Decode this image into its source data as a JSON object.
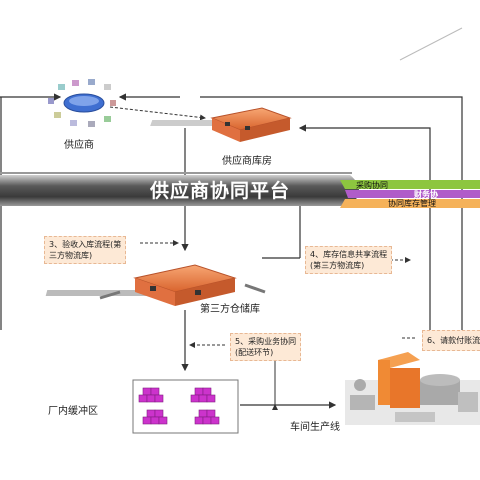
{
  "supplier": {
    "label": "供应商"
  },
  "supplier_warehouse": {
    "label": "供应商库房"
  },
  "platform": {
    "title": "供应商协同平台",
    "tags": [
      "采购协同",
      "财务协",
      "协同库存管理"
    ]
  },
  "notes": {
    "n3": [
      "3、验收入库流程(第",
      "三方物流库)"
    ],
    "n4": [
      "4、库存信息共享流程",
      "(第三方物流库)"
    ],
    "n5": [
      "5、采购业务协同",
      "(配送环节)"
    ],
    "n6": "6、请款付账流"
  },
  "third_party_warehouse": {
    "label": "第三方仓储库"
  },
  "buffer_zone": {
    "label": "厂内缓冲区"
  },
  "production_line": {
    "label": "车间生产线"
  },
  "colors": {
    "band_dark": "#4a4a4a",
    "arrow": "#333333",
    "tag_green": "#8dc63f",
    "tag_purple": "#b05cc9",
    "tag_orange": "#f5b25a",
    "warehouse_orange": "#f0834d",
    "cube_magenta": "#cc33cc",
    "note_bg": "#fde9d6"
  }
}
